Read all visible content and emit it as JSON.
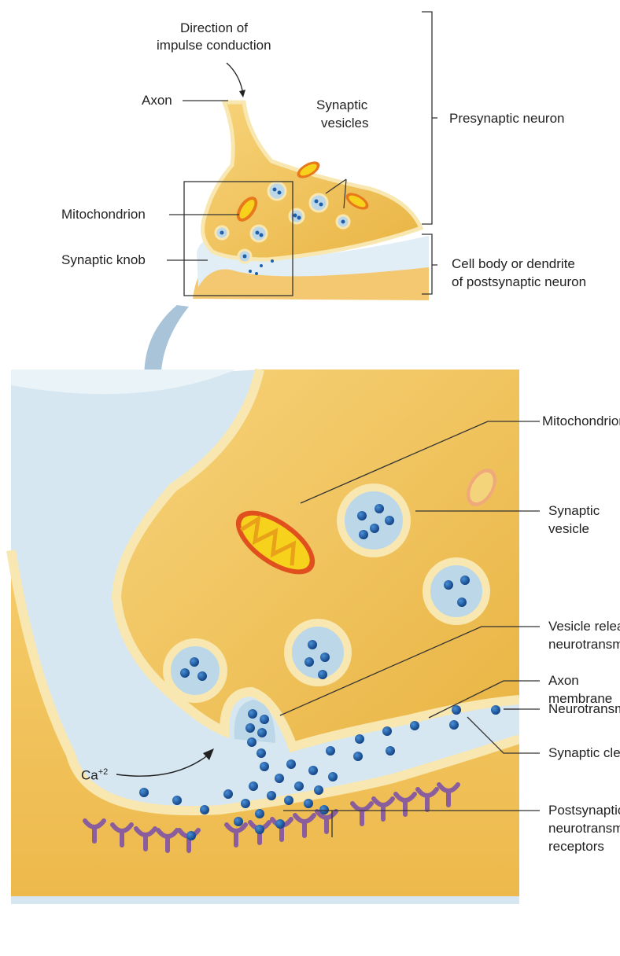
{
  "labels": {
    "direction_line1": "Direction of",
    "direction_line2": "impulse conduction",
    "axon": "Axon",
    "synaptic_vesicles_line1": "Synaptic",
    "synaptic_vesicles_line2": "vesicles",
    "presynaptic_neuron": "Presynaptic neuron",
    "mitochondrion": "Mitochondrion",
    "synaptic_knob": "Synaptic knob",
    "cell_body_line1": "Cell body or dendrite",
    "cell_body_line2": "of postsynaptic neuron",
    "mitochondrion_detail": "Mitochondrion",
    "synaptic_vesicle_line1": "Synaptic",
    "synaptic_vesicle_line2": "vesicle",
    "vesicle_release_line1": "Vesicle releasing",
    "vesicle_release_line2": "neurotransmitter",
    "axon_membrane_line1": "Axon",
    "axon_membrane_line2": "membrane",
    "neurotransmitter": "Neurotransmitter",
    "synaptic_cleft": "Synaptic cleft",
    "postsynaptic_line1": "Postsynaptic",
    "postsynaptic_line2": "neurotransmitter",
    "postsynaptic_line3": "receptors",
    "calcium": "Ca",
    "calcium_charge": "+2"
  },
  "colors": {
    "cytoplasm": "#f2c45a",
    "membrane": "#f8e7b0",
    "cleft": "#dcebf3",
    "vesicle_fill": "#bcd8e8",
    "neurotransmitter": "#1e5fa8",
    "receptor": "#8a5e9c",
    "mitochondrion_outer": "#e0501e",
    "mitochondrion_inner": "#f7d21c",
    "arrow": "#a9c4d9"
  }
}
